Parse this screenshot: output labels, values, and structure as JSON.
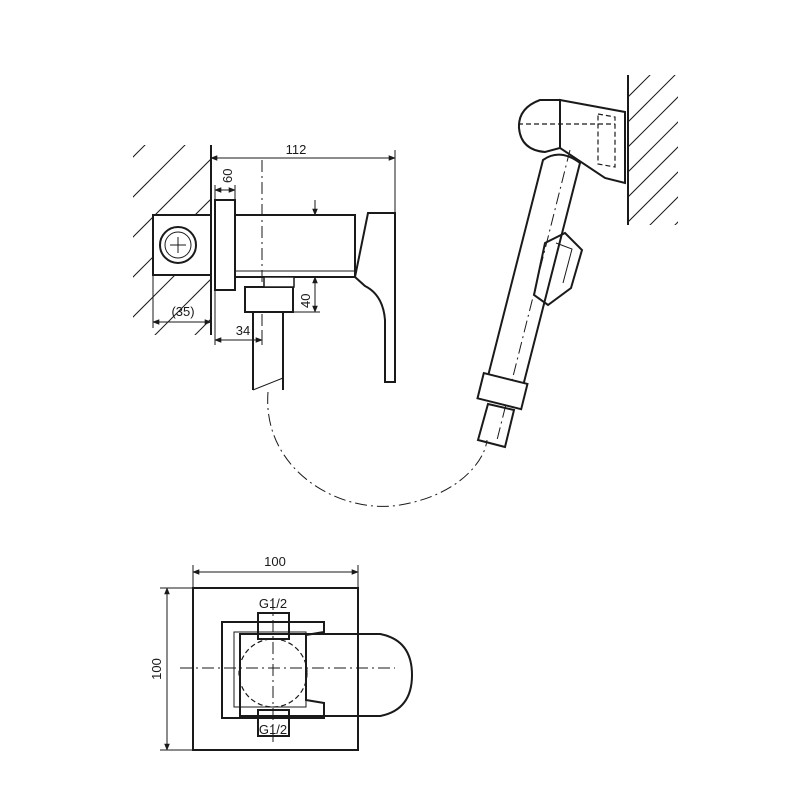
{
  "dimensions": {
    "side_width": "112",
    "wall_plate_depth": "60",
    "outlet_height": "40",
    "wall_offset": "(35)",
    "outlet_offset": "34",
    "front_width": "100",
    "front_height": "100",
    "thread_top": "G1/2",
    "thread_bottom": "G1/2"
  }
}
